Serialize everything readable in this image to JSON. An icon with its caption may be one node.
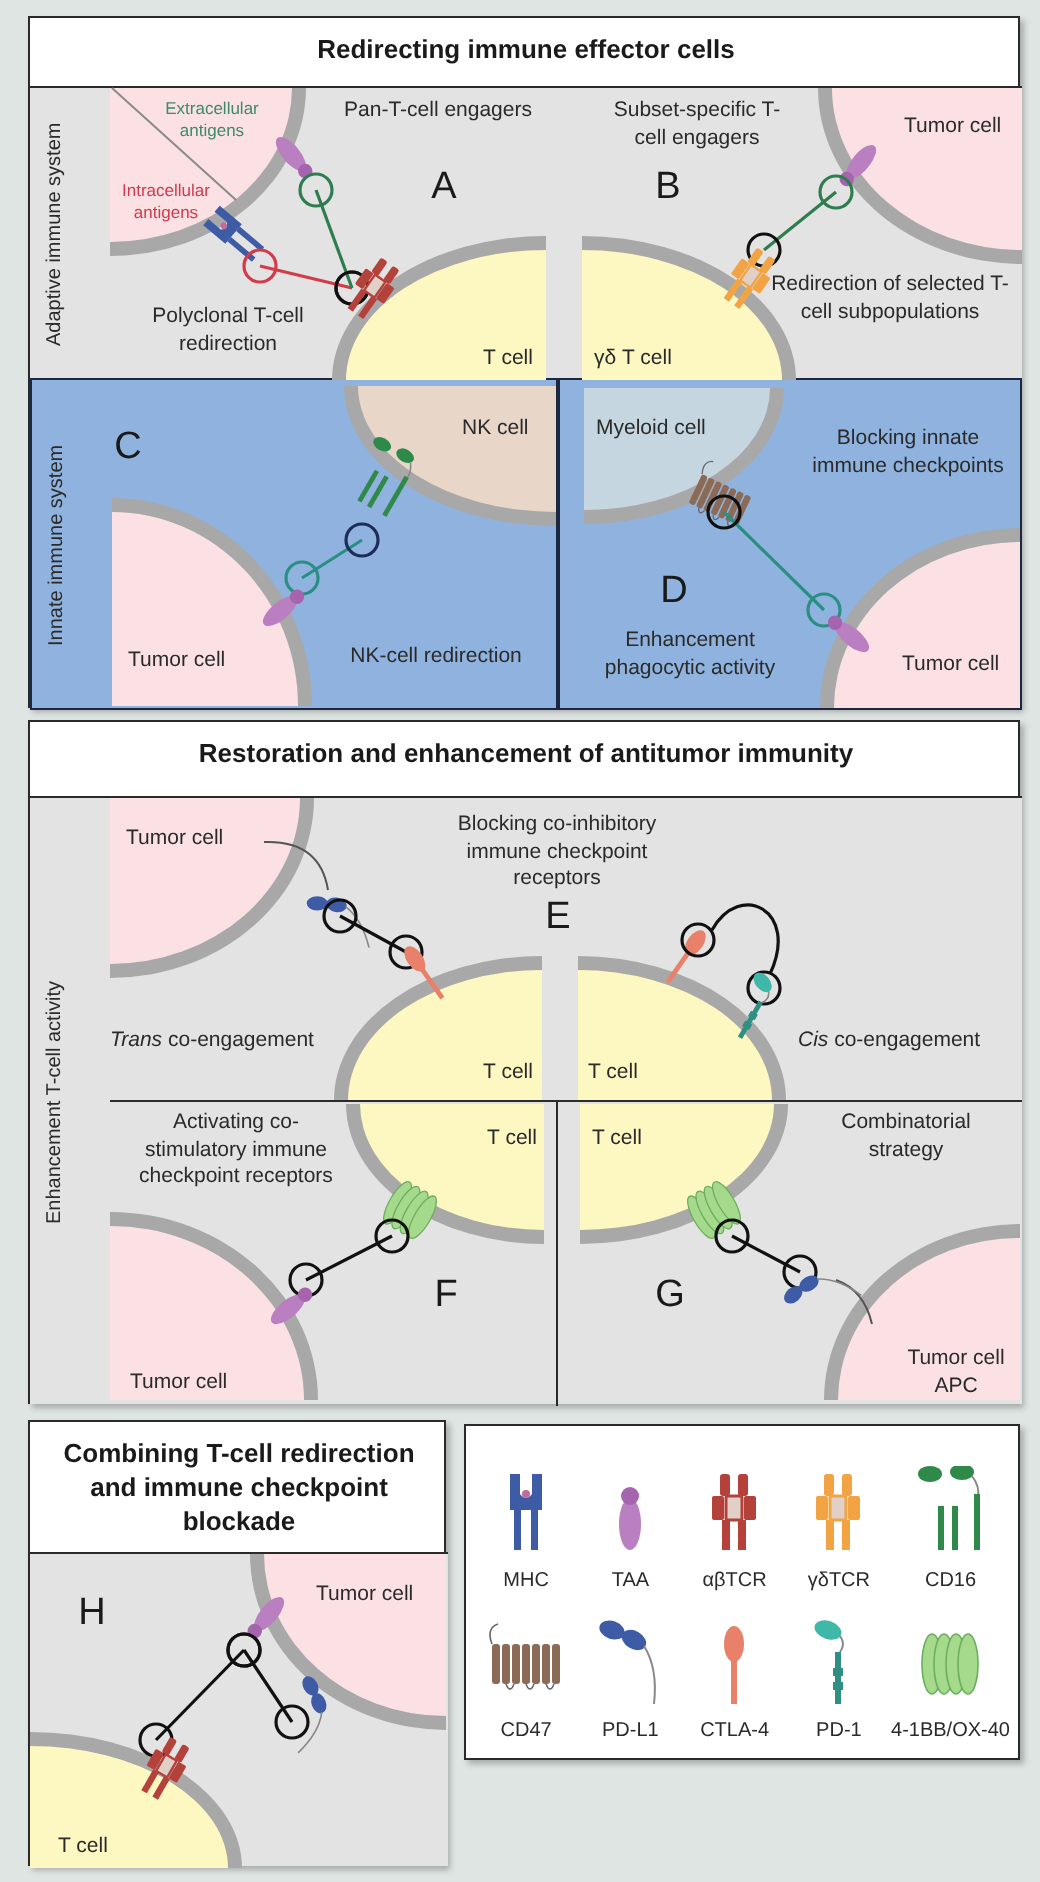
{
  "diagram": {
    "nodes": [
      {
        "text": [
          "Redirecting immune effector cells"
        ]
      },
      {
        "text": [
          "Adaptive immune system",
          "Pan-T-cell engagers",
          "A",
          "Polyclonal T-cell redirection",
          "Subset-specific T-cell engagers",
          "B",
          "Redirection of selected T-cell subpopulations"
        ],
        "in": 0
      },
      {
        "text": [
          "Extracellular antigens",
          "Intracellular antigens"
        ],
        "in": 1
      },
      {
        "text": [
          "T cell"
        ],
        "in": 1
      },
      {
        "text": [
          "γδ T cell"
        ],
        "in": 1
      },
      {
        "text": [
          "Tumor cell"
        ],
        "in": 1
      },
      {
        "text": [
          "Innate immune system",
          "C",
          "NK-cell redirection"
        ],
        "in": 0
      },
      {
        "text": [
          "NK cell"
        ],
        "in": 6
      },
      {
        "text": [
          "Tumor cell"
        ],
        "in": 6
      },
      {
        "text": [
          "Blocking innate immune checkpoints",
          "D",
          "Enhancement phagocytic activity"
        ],
        "in": 0
      },
      {
        "text": [
          "Myeloid cell"
        ],
        "in": 9
      },
      {
        "text": [
          "Tumor cell"
        ],
        "in": 9
      },
      {
        "text": [
          "Restoration and enhancement of antitumor immunity"
        ]
      },
      {
        "text": [
          "Enhancement T-cell activity"
        ],
        "in": 12
      },
      {
        "text": [
          "Blocking co-inhibitory immune checkpoint receptors",
          "E",
          "*Trans* co-engagement",
          "*Cis* co-engagement"
        ],
        "in": 13
      },
      {
        "text": [
          "Tumor cell"
        ],
        "in": 14
      },
      {
        "text": [
          "T cell"
        ],
        "in": 14
      },
      {
        "text": [
          "T cell"
        ],
        "in": 14
      },
      {
        "text": [
          "Activating co-stimulatory immune checkpoint receptors",
          "F"
        ],
        "in": 13
      },
      {
        "text": [
          "T cell"
        ],
        "in": 18
      },
      {
        "text": [
          "Tumor cell"
        ],
        "in": 18
      },
      {
        "text": [
          "Combinatorial strategy",
          "G"
        ],
        "in": 13
      },
      {
        "text": [
          "T cell"
        ],
        "in": 21
      },
      {
        "text": [
          "Tumor cell APC"
        ],
        "in": 21
      },
      {
        "text": [
          "Combining T-cell redirection and immune checkpoint blockade"
        ]
      },
      {
        "text": [
          "H"
        ],
        "in": 24
      },
      {
        "text": [
          "Tumor cell"
        ],
        "in": 25
      },
      {
        "text": [
          "T cell"
        ],
        "in": 25
      }
    ],
    "legend": [
      {
        "text": "MHC"
      },
      {
        "text": "TAA"
      },
      {
        "text": "αβTCR"
      },
      {
        "text": "γδTCR"
      },
      {
        "text": "CD16"
      },
      {
        "text": "CD47"
      },
      {
        "text": "PD-L1"
      },
      {
        "text": "CTLA-4"
      },
      {
        "text": "PD-1"
      },
      {
        "text": "4-1BB/OX-40"
      }
    ]
  }
}
